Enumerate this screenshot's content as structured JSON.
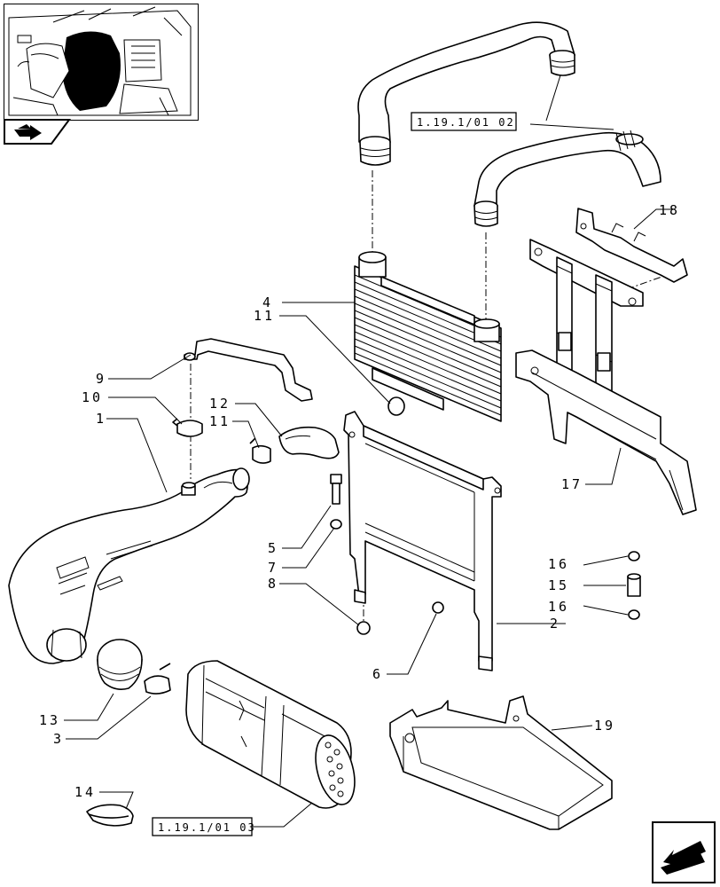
{
  "diagram": {
    "callouts": {
      "c1": "1",
      "c2": "2",
      "c3": "3",
      "c4": "4",
      "c5": "5",
      "c6": "6",
      "c7": "7",
      "c8": "8",
      "c9": "9",
      "c10": "10",
      "c11a": "11",
      "c11b": "11",
      "c12": "12",
      "c13": "13",
      "c14": "14",
      "c15": "15",
      "c16a": "16",
      "c16b": "16",
      "c17": "17",
      "c18": "18",
      "c19": "19"
    },
    "references": {
      "upper": "1.19.1/01 02",
      "lower": "1.19.1/01 03"
    },
    "icons": {
      "thumbnail": "tractor-engine-thumbnail",
      "nav_back": "prev-page-arrow-icon",
      "nav_next": "next-page-arrow-icon"
    }
  }
}
